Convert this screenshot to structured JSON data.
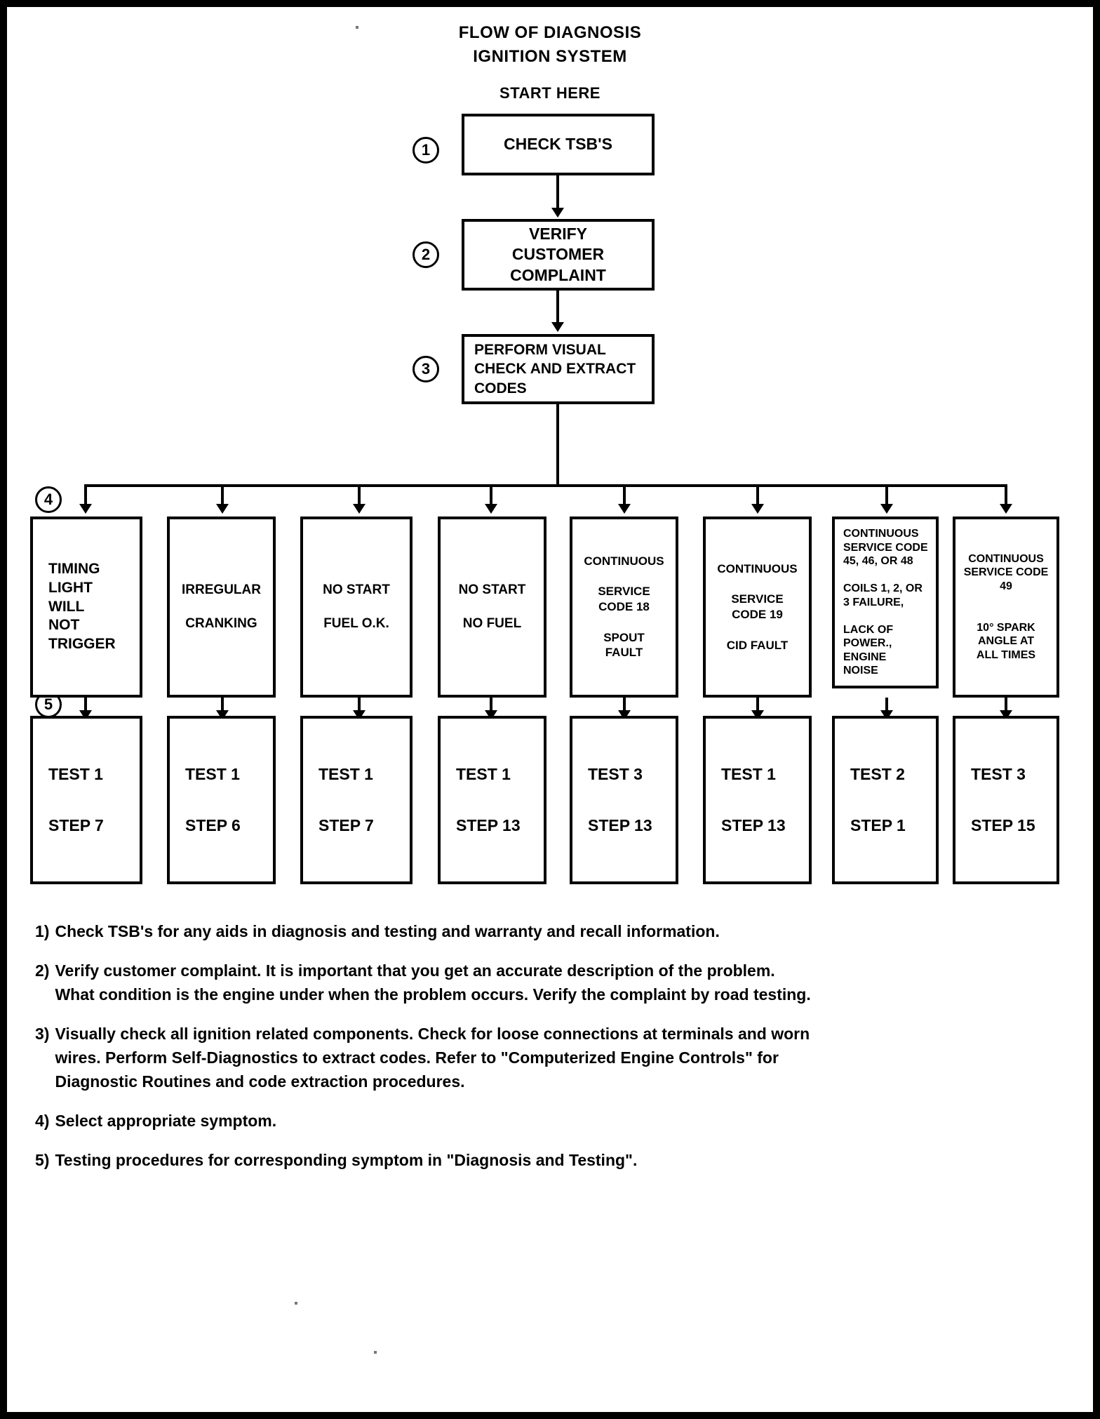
{
  "title": {
    "line1": "FLOW OF DIAGNOSIS",
    "line2": "IGNITION SYSTEM",
    "start": "START HERE"
  },
  "steps": {
    "s1": "1",
    "s2": "2",
    "s3": "3",
    "s4": "4",
    "s5": "5"
  },
  "flow": {
    "box1": "CHECK TSB'S",
    "box2": "VERIFY\nCUSTOMER\nCOMPLAINT",
    "box3": "PERFORM VISUAL\nCHECK AND EXTRACT\nCODES"
  },
  "symptoms": [
    {
      "text": "TIMING\nLIGHT\nWILL\nNOT\nTRIGGER"
    },
    {
      "text": "IRREGULAR\n\nCRANKING"
    },
    {
      "text": "NO START\n\nFUEL O.K."
    },
    {
      "text": "NO START\n\nNO FUEL"
    },
    {
      "text": "CONTINUOUS\n\nSERVICE\nCODE 18\n\nSPOUT\nFAULT"
    },
    {
      "text": "CONTINUOUS\n\nSERVICE\nCODE 19\n\nCID FAULT"
    },
    {
      "text": "CONTINUOUS\nSERVICE CODE\n45, 46, OR 48\n\nCOILS 1, 2, OR\n3 FAILURE,\n\n     LACK OF\n     POWER.,\n     ENGINE\n     NOISE"
    },
    {
      "text": "CONTINUOUS\nSERVICE CODE\n49\n\n\n10° SPARK\nANGLE AT\nALL TIMES"
    }
  ],
  "tests": [
    {
      "test": "TEST 1",
      "step": "STEP 7"
    },
    {
      "test": "TEST 1",
      "step": "STEP 6"
    },
    {
      "test": "TEST 1",
      "step": "STEP 7"
    },
    {
      "test": "TEST 1",
      "step": "STEP 13"
    },
    {
      "test": "TEST 3",
      "step": "STEP 13"
    },
    {
      "test": "TEST 1",
      "step": "STEP 13"
    },
    {
      "test": "TEST 2",
      "step": "STEP 1"
    },
    {
      "test": "TEST 3",
      "step": "STEP 15"
    }
  ],
  "notes": [
    {
      "num": "1)",
      "body": "Check TSB's for any aids in diagnosis and testing and warranty and recall information."
    },
    {
      "num": "2)",
      "body": "Verify customer complaint. It is important that you get an accurate description of the problem.\nWhat condition is the engine under when the problem occurs.  Verify the complaint by road testing."
    },
    {
      "num": "3)",
      "body": "Visually check all ignition related components. Check for loose connections at terminals and worn\nwires. Perform Self-Diagnostics to extract codes.  Refer to \"Computerized Engine Controls\" for\nDiagnostic Routines and code extraction procedures."
    },
    {
      "num": "4)",
      "body": " Select appropriate symptom."
    },
    {
      "num": "5)",
      "body": "Testing procedures for corresponding symptom in \"Diagnosis and Testing\"."
    }
  ],
  "colors": {
    "ink": "#000000",
    "paper": "#ffffff"
  }
}
